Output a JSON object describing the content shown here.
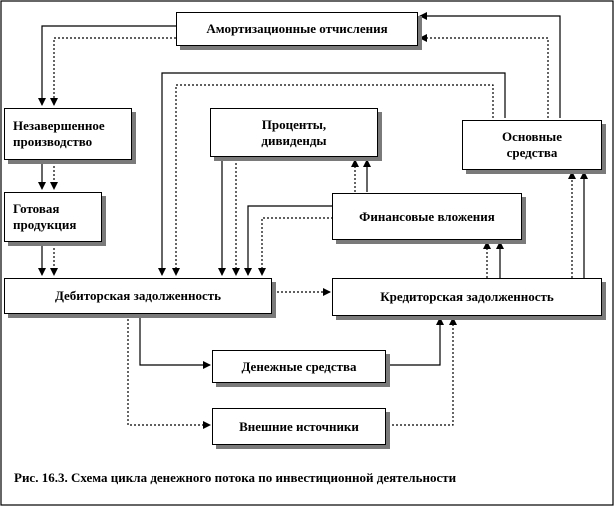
{
  "nodes": {
    "amortization": "Амортизационные отчисления",
    "wip": "Незавершенное\nпроизводство",
    "finished": "Готовая\nпродукция",
    "interest": "Проценты,\nдивиденды",
    "fixed_assets": "Основные\nсредства",
    "financial_investments": "Финансовые вложения",
    "receivables": "Дебиторская задолженность",
    "payables": "Кредиторская задолженность",
    "cash": "Денежные средства",
    "external": "Внешние источники"
  },
  "caption": "Рис. 16.3. Схема цикла денежного потока по инвестиционной деятельности",
  "colors": {
    "border": "#000000",
    "shadow": "#7a7a7a",
    "background": "#ffffff"
  }
}
